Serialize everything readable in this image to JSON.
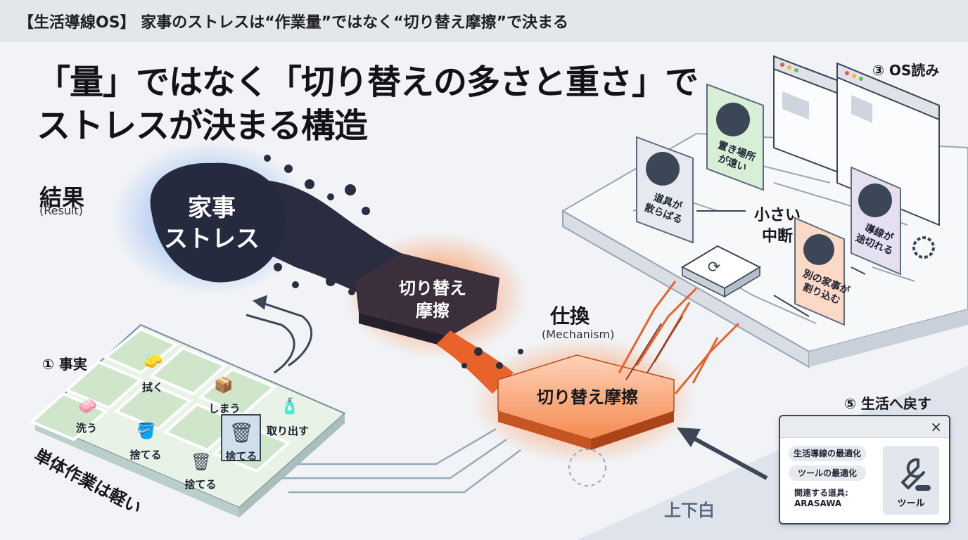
{
  "header": {
    "banner": "【生活導線OS】 家事のストレスは“作業量”ではなく“切り替え摩擦”で決まる",
    "headline_line1": "「量」ではなく「切り替えの多さと重さ」で",
    "headline_line2": "ストレスが決まる構造"
  },
  "labels": {
    "result": "結果",
    "result_sub": "(Result)",
    "stress": [
      "家事",
      "ストレス"
    ],
    "friction_blob": [
      "切り替え",
      "摩擦"
    ],
    "mechanism": "仕換",
    "mechanism_sub": "(Mechanism)",
    "friction_main": "切り替え摩擦",
    "fact": "① 事実",
    "single_light": "単体作業は軽い",
    "os_read": "③ OS読み",
    "small_interrupt": [
      "小さい",
      "中断"
    ],
    "back_to_life": "⑤ 生活へ戻す",
    "bottom_white": "上下白"
  },
  "tasks": [
    "拭く",
    "しまう",
    "洗う",
    "捨てる",
    "取り出す",
    "捨てる",
    "捨てる"
  ],
  "os_cards": {
    "tools_scattered": [
      "道具が",
      "散らばる"
    ],
    "far_place": [
      "置き場所",
      "が遠い"
    ],
    "cut_route": [
      "導線が",
      "途切れる"
    ],
    "interrupt": [
      "別の家事が",
      "割り込む"
    ]
  },
  "panel": {
    "close": "×",
    "pill1": "生活導線の最適化",
    "pill2": "ツールの最適化",
    "related_label": "関連する道具:",
    "related_value": "ARASAWA",
    "tool_label": "ツール"
  },
  "colors": {
    "stress_dark": "#262a3e",
    "glow_blue": "#5a8fe0",
    "friction_orange": "#ee6a2c",
    "accent_gray": "#3b4656"
  }
}
